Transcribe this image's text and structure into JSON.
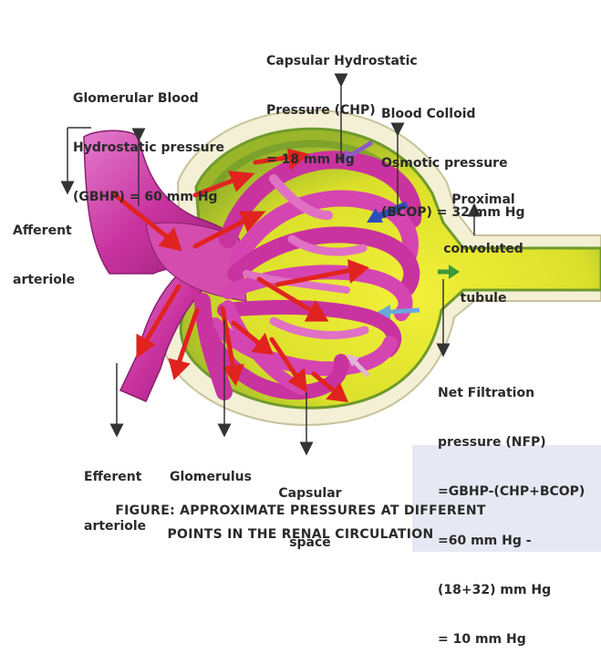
{
  "labels": {
    "chp": [
      "Capsular Hydrostatic",
      "Pressure (CHP)",
      "= 18 mm Hg"
    ],
    "gbhp": [
      "Glomerular Blood",
      "Hydrostatic pressure",
      "(GBHP) = 60 mm Hg"
    ],
    "bcop": [
      "Blood Colloid",
      "Osmotic pressure",
      "(BCOP) = 32 mm Hg"
    ],
    "pct": [
      "Proximal",
      "convoluted",
      "tubule"
    ],
    "afferent": [
      "Afferent",
      "arteriole"
    ],
    "efferent": [
      "Efferent",
      "arteriole"
    ],
    "glomerulus": "Glomerulus",
    "capsular_space": [
      "Capsular",
      "space"
    ],
    "nfp": [
      "Net Filtration",
      "pressure (NFP)",
      "=GBHP-(CHP+BCOP)",
      "=60 mm Hg -",
      "(18+32) mm Hg",
      "= 10 mm Hg"
    ]
  },
  "caption": [
    "FIGURE: APPROXIMATE PRESSURES AT DIFFERENT",
    "POINTS IN THE RENAL CIRCULATION"
  ],
  "colors": {
    "vessel": "#c9339f",
    "vessel_light": "#e070c4",
    "vessel_dark": "#8a1f6e",
    "capsule_yellow": "#e8e32a",
    "capsule_green": "#6f9a2c",
    "capsule_cream": "#f3f0d6",
    "flow_arrow": "#e0231f",
    "chp_arrow": "#8e5bc4",
    "bcop_arrow": "#2a4fb8",
    "nfp_arrow": "#3a9a3a",
    "space_arrow": "#6aa8dc",
    "pink_arrow": "#e2b4d8",
    "watermark": "#e6e9f3"
  }
}
